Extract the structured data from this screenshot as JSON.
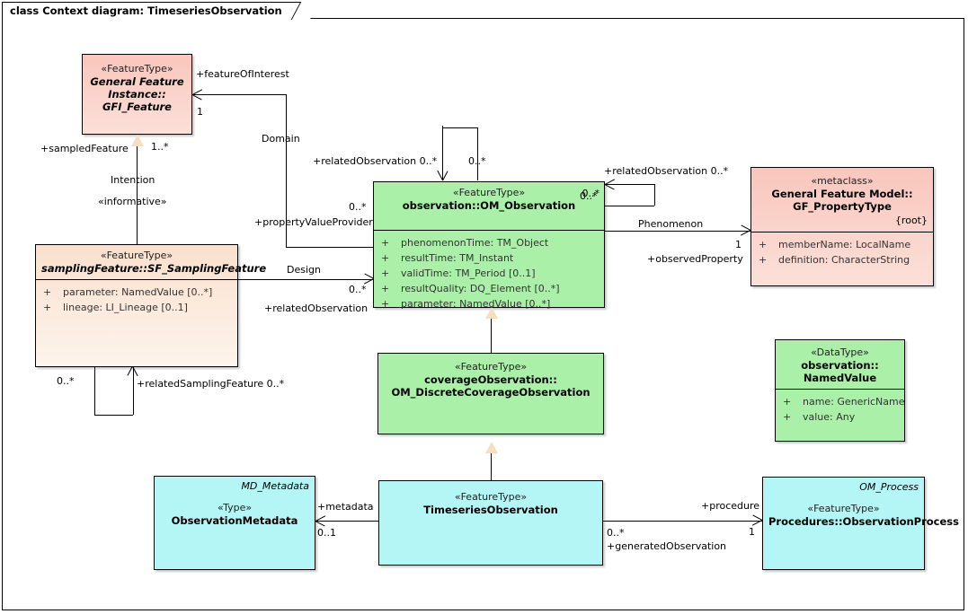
{
  "diagram": {
    "tab_title": "class Context diagram: TimeseriesObservation"
  },
  "classes": {
    "gfi_feature": {
      "stereotype": "«FeatureType»",
      "name_line1": "General Feature",
      "name_line2": "Instance::",
      "name_line3": "GFI_Feature",
      "color": "#f9c6bd"
    },
    "sf_sampling_feature": {
      "stereotype": "«FeatureType»",
      "name": "samplingFeature::SF_SamplingFeature",
      "attributes": [
        {
          "visibility": "+",
          "text": "parameter: NamedValue [0..*]"
        },
        {
          "visibility": "+",
          "text": "lineage: LI_Lineage [0..1]"
        }
      ],
      "color": "#fae0cd"
    },
    "om_observation": {
      "stereotype": "«FeatureType»",
      "name": "observation::OM_Observation",
      "corner_multiplicity": "0..*",
      "attributes": [
        {
          "visibility": "+",
          "text": "phenomenonTime: TM_Object"
        },
        {
          "visibility": "+",
          "text": "resultTime: TM_Instant"
        },
        {
          "visibility": "+",
          "text": "validTime: TM_Period [0..1]"
        },
        {
          "visibility": "+",
          "text": "resultQuality: DQ_Element [0..*]"
        },
        {
          "visibility": "+",
          "text": "parameter: NamedValue [0..*]"
        }
      ],
      "color": "#aaf0a8"
    },
    "gf_property_type": {
      "stereotype": "«metaclass»",
      "name_line1": "General Feature Model::",
      "name_line2": "GF_PropertyType",
      "tag": "{root}",
      "attributes": [
        {
          "visibility": "+",
          "text": "memberName: LocalName"
        },
        {
          "visibility": "+",
          "text": "definition: CharacterString"
        }
      ],
      "color": "#f9c6bd"
    },
    "discrete_coverage_observation": {
      "stereotype": "«FeatureType»",
      "name_line1": "coverageObservation::",
      "name_line2": "OM_DiscreteCoverageObservation",
      "color": "#aaf0a8"
    },
    "named_value": {
      "stereotype": "«DataType»",
      "name_line1": "observation::",
      "name_line2": "NamedValue",
      "attributes": [
        {
          "visibility": "+",
          "text": "name: GenericName"
        },
        {
          "visibility": "+",
          "text": "value: Any"
        }
      ],
      "color": "#aaf0a8"
    },
    "observation_metadata": {
      "typename": "MD_Metadata",
      "stereotype": "«Type»",
      "name": "ObservationMetadata",
      "color": "#b4f5f5"
    },
    "timeseries_observation": {
      "stereotype": "«FeatureType»",
      "name": "TimeseriesObservation",
      "color": "#b4f5f5"
    },
    "observation_process": {
      "typename": "OM_Process",
      "stereotype": "«FeatureType»",
      "name": "Procedures::ObservationProcess",
      "color": "#b4f5f5"
    }
  },
  "connectors": {
    "feature_of_interest": {
      "role": "+featureOfInterest",
      "multiplicity": "1",
      "name": "Domain"
    },
    "property_value_provider": {
      "role": "+propertyValueProvider",
      "multiplicity": "0..*"
    },
    "sampled_feature": {
      "role": "+sampledFeature",
      "multiplicity": "1..*"
    },
    "intention": {
      "name": "Intention",
      "stereotype": "«informative»"
    },
    "design": {
      "name": "Design",
      "role": "+relatedObservation",
      "multiplicity": "0..*"
    },
    "related_observation_top_left": {
      "role": "+relatedObservation 0..*"
    },
    "related_observation_top_right": {
      "multiplicity": "0..*"
    },
    "related_observation_right": {
      "role": "+relatedObservation 0..*",
      "multiplicity": "0..*"
    },
    "related_sampling_feature": {
      "role": "+relatedSamplingFeature 0..*",
      "multiplicity": "0..*"
    },
    "phenomenon": {
      "name": "Phenomenon",
      "role": "+observedProperty",
      "multiplicity": "1"
    },
    "metadata": {
      "role": "+metadata",
      "multiplicity": "0..1"
    },
    "procedure": {
      "role": "+procedure",
      "multiplicity": "1"
    },
    "generated_observation": {
      "role": "+generatedObservation",
      "multiplicity": "0..*"
    }
  }
}
